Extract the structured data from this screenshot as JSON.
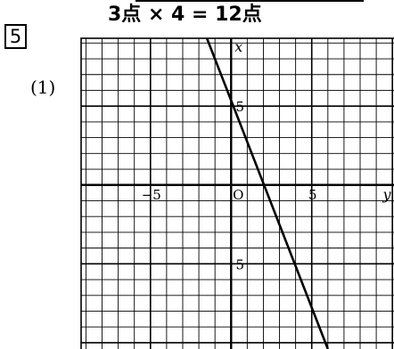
{
  "question_number": "5",
  "score": "3点 × 4 = 12点",
  "part_label": "(1)",
  "chart_data": {
    "type": "line",
    "xlabel": "y",
    "ylabel": "x",
    "xlim": [
      -9.3,
      10.1
    ],
    "ylim": [
      -10.4,
      9.3
    ],
    "grid": true,
    "origin_label": "O",
    "tick_labels": [
      {
        "text": "−5",
        "axis": "horizontal",
        "value": -5
      },
      {
        "text": "5",
        "axis": "horizontal",
        "value": 5
      },
      {
        "text": "5",
        "axis": "vertical",
        "value": 5
      },
      {
        "text": "5",
        "axis": "vertical",
        "value": -5
      }
    ],
    "series": [
      {
        "x": [
          -1.5,
          6.0
        ],
        "y": [
          9.3,
          -10.4
        ]
      }
    ]
  }
}
